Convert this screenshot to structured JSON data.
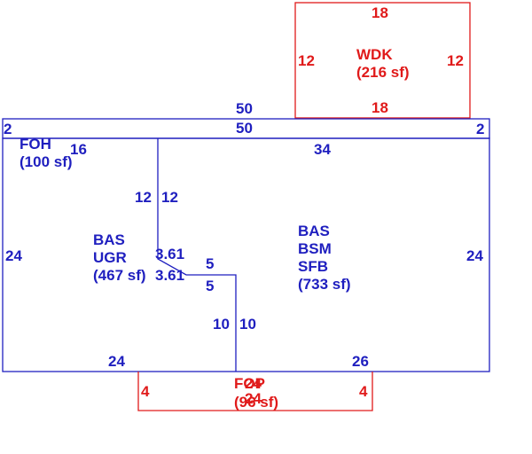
{
  "colors": {
    "main": "#1f1fbf",
    "secondary": "#e01a1a"
  },
  "wdk": {
    "name": "WDK",
    "area": "(216 sf)",
    "dims": {
      "top": "18",
      "left": "12",
      "right": "12",
      "bottom": "18"
    }
  },
  "top_dims": {
    "outer": "50",
    "inner": "50",
    "left_edge": "2",
    "right_edge": "2"
  },
  "foh": {
    "name": "FOH",
    "area": "(100 sf)",
    "dim": "16"
  },
  "bas_left": {
    "line1": "BAS",
    "line2": "UGR",
    "area": "(467 sf)"
  },
  "bas_right": {
    "line1": "BAS",
    "line2": "BSM",
    "line3": "SFB",
    "area": "(733 sf)"
  },
  "dims": {
    "top_right_inner": "34",
    "vert_a": "12",
    "vert_b": "12",
    "diag_a": "3.61",
    "diag_b": "3.61",
    "step_a": "5",
    "step_b": "5",
    "lower_a": "10",
    "lower_b": "10",
    "left_side": "24",
    "right_side": "24",
    "bottom_left": "24",
    "bottom_right": "26"
  },
  "fop": {
    "name": "FOP",
    "area": "(96 sf)",
    "left": "4",
    "right": "4",
    "top_a": "24",
    "top_b": "24"
  }
}
